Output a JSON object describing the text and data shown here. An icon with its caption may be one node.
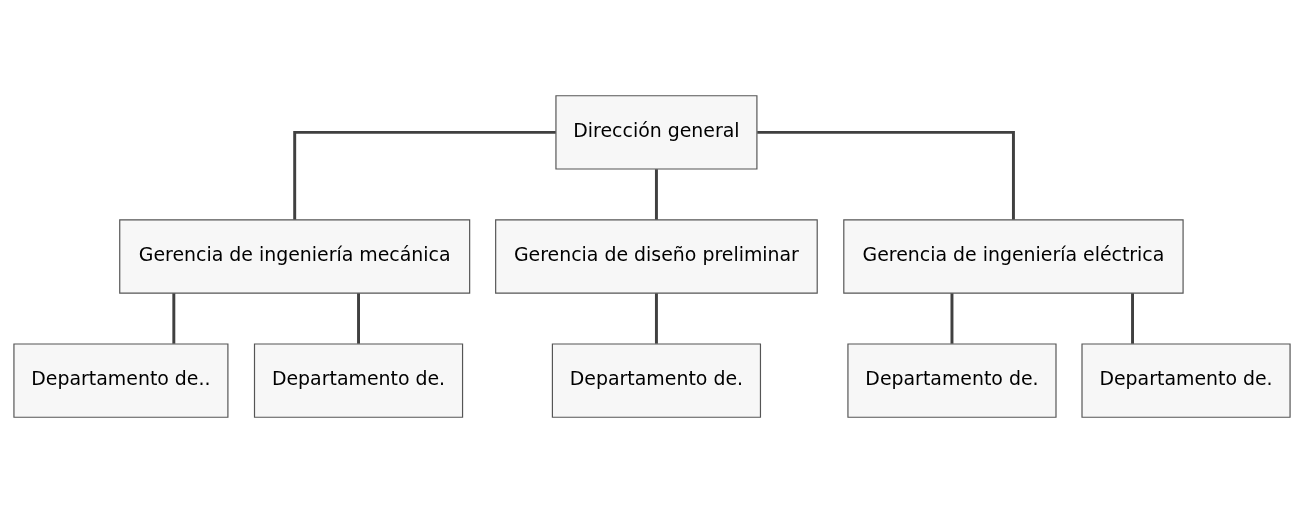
{
  "diagram": {
    "nodes": [
      {
        "text": [
          "Dirección general"
        ]
      },
      {
        "text": [
          "Gerencia de ingeniería mecánica"
        ]
      },
      {
        "text": [
          "Gerencia de diseño preliminar"
        ]
      },
      {
        "text": [
          "Gerencia de ingeniería eléctrica"
        ]
      },
      {
        "text": [
          "Departamento de.."
        ]
      },
      {
        "text": [
          "Departamento de."
        ]
      },
      {
        "text": [
          "Departamento de."
        ]
      },
      {
        "text": [
          "Departamento de."
        ]
      },
      {
        "text": [
          "Departamento de."
        ]
      }
    ],
    "edges": [
      {
        "from": 0,
        "to": 1,
        "arrow": "none"
      },
      {
        "from": 0,
        "to": 2,
        "arrow": "none"
      },
      {
        "from": 0,
        "to": 3,
        "arrow": "none"
      },
      {
        "from": 1,
        "to": 4,
        "arrow": "none"
      },
      {
        "from": 1,
        "to": 5,
        "arrow": "none"
      },
      {
        "from": 2,
        "to": 6,
        "arrow": "none"
      },
      {
        "from": 3,
        "to": 7,
        "arrow": "none"
      },
      {
        "from": 3,
        "to": 8,
        "arrow": "none"
      }
    ]
  }
}
